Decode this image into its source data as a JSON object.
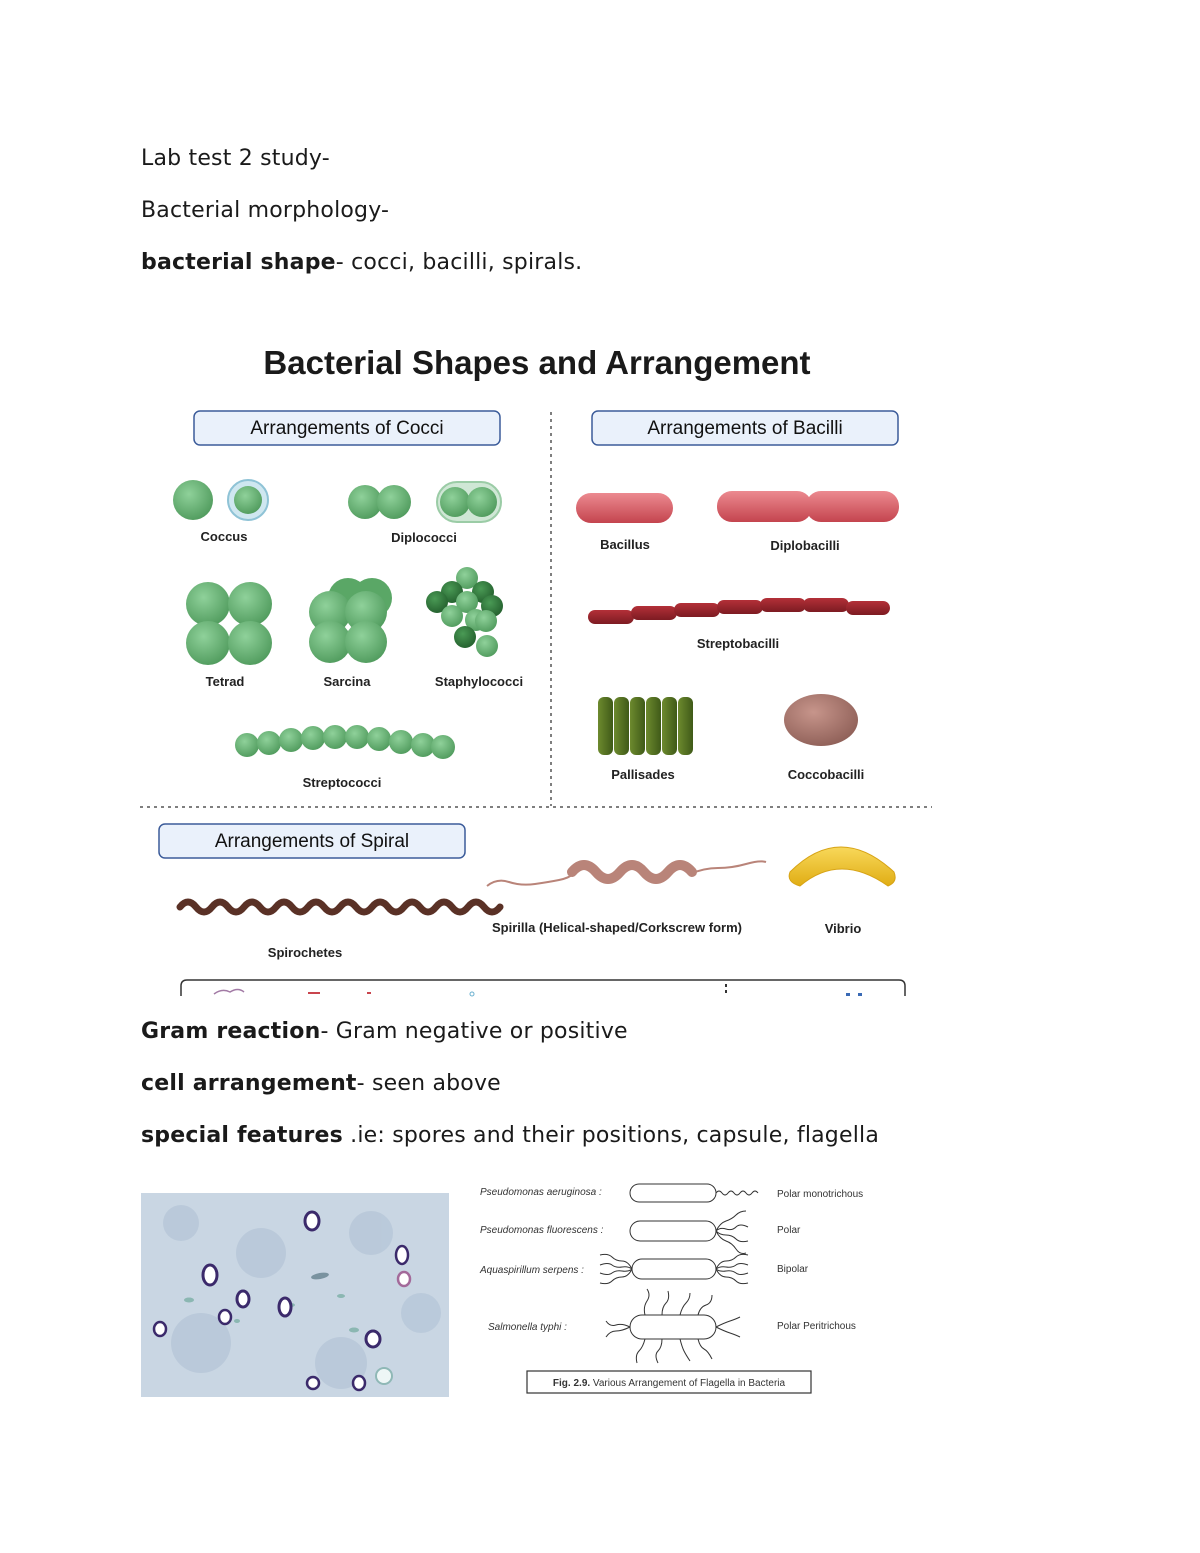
{
  "doc": {
    "line1": "Lab test 2 study-",
    "line2": "Bacterial morphology-",
    "shape_label": "bacterial shape",
    "shape_text": "- cocci, bacilli, spirals.",
    "gram_label": "Gram reaction",
    "gram_text": "- Gram negative or positive",
    "arr_label": "cell arrangement",
    "arr_text": "- seen above",
    "special_label": "special features",
    "special_text": " .ie: spores and their positions, capsule, flagella"
  },
  "figure1": {
    "title": "Bacterial Shapes and Arrangement",
    "cocci_header": "Arrangements of Cocci",
    "bacilli_header": "Arrangements of Bacilli",
    "spiral_header": "Arrangements of Spiral",
    "labels": {
      "coccus": "Coccus",
      "diplococci": "Diplococci",
      "tetrad": "Tetrad",
      "sarcina": "Sarcina",
      "staphylococci": "Staphylococci",
      "streptococci": "Streptococci",
      "bacillus": "Bacillus",
      "diplobacilli": "Diplobacilli",
      "streptobacilli": "Streptobacilli",
      "pallisades": "Pallisades",
      "coccobacilli": "Coccobacilli",
      "spirochetes": "Spirochetes",
      "spirilla": "Spirilla (Helical-shaped/Corkscrew form)",
      "vibrio": "Vibrio"
    },
    "colors": {
      "cocci": "#6fb77a",
      "bacilli": "#d9626a",
      "spiral": "#5a3126",
      "vibrio": "#f2c531"
    }
  },
  "figure2": {
    "rows": [
      {
        "species": "Pseudomonas aeruginosa :",
        "type": "Polar monotrichous"
      },
      {
        "species": "Pseudomonas fluorescens :",
        "type": "Polar"
      },
      {
        "species": "Aquaspirillum serpens :",
        "type": "Bipolar"
      },
      {
        "species": "Salmonella typhi :",
        "type": "Polar Peritrichous"
      }
    ],
    "caption_fig": "Fig. 2.9.",
    "caption_text": " Various Arrangement of Flagella in Bacteria"
  }
}
